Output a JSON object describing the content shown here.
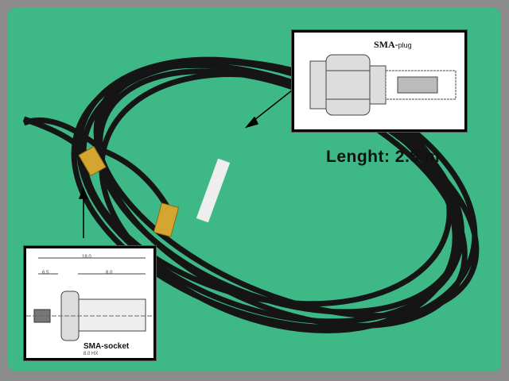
{
  "plug_diagram": {
    "title": "SMA-",
    "title_suffix": "plug"
  },
  "socket_diagram": {
    "title": "SMA-socket",
    "dim_total": "18.0",
    "dim_left": "6.5",
    "dim_right": "8.0",
    "dim_hex": "8.0 HX"
  },
  "length_label": "Lenght: 2.5 m",
  "colors": {
    "background": "#3db886",
    "frame": "#8c8c8c",
    "cable": "#111111",
    "connector": "#d4a531"
  }
}
